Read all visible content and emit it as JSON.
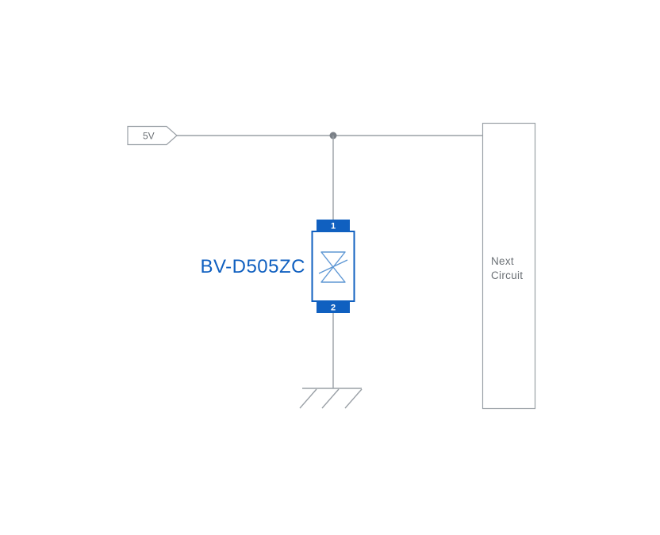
{
  "diagram": {
    "net_label": "5V",
    "component": {
      "label": "BV-D505ZC",
      "pin_top": "1",
      "pin_bottom": "2"
    },
    "next_circuit": {
      "line1": "Next",
      "line2": "Circuit"
    }
  },
  "colors": {
    "accent_blue": "#1060c0",
    "symbol_blue": "#5e97d4",
    "wire_gray": "#9aa0a6",
    "text_gray": "#6b7075",
    "background": "#ffffff"
  }
}
